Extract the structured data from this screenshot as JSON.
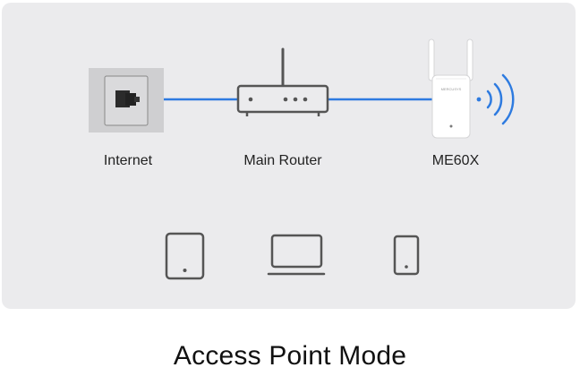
{
  "diagram": {
    "nodes": {
      "internet": "Internet",
      "main_router": "Main Router",
      "extender": "ME60X"
    },
    "extender_brand_text": "MERCUSYS",
    "title": "Access Point Mode"
  },
  "colors": {
    "panel": "#ebebed",
    "link": "#2e7be0",
    "device_outline": "#555555",
    "wifi": "#2e7be0"
  },
  "icons": [
    "ethernet-wall-port-icon",
    "router-icon",
    "range-extender-icon",
    "wifi-signal-icon",
    "tablet-icon",
    "laptop-icon",
    "phone-icon"
  ]
}
